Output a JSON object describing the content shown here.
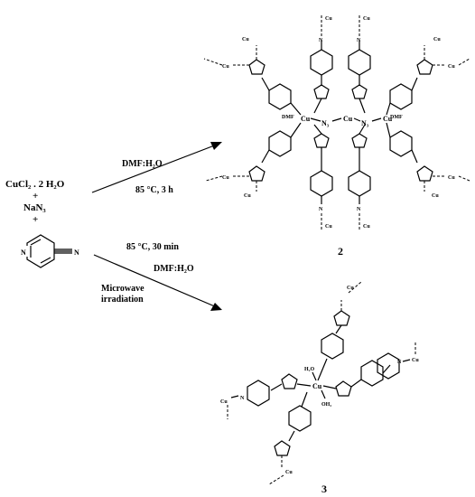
{
  "reactants": {
    "line1": "CuCl₂ . 2 H₂O",
    "plus1": "+",
    "line2": "NaN₃",
    "plus2": "+",
    "pyridine_n": "N",
    "nitrile_n": "N"
  },
  "arrow_upper": {
    "condition_top": "DMF:H₂O",
    "condition_bottom": "85 °C, 3 h"
  },
  "arrow_lower": {
    "line1": "85 °C, 30 min",
    "line2": "DMF:H₂O",
    "line3": "Microwave",
    "line4": "irradiation"
  },
  "product_2": {
    "label": "2",
    "cu": "Cu",
    "n": "N",
    "dmf": "DMF",
    "azide": "N₃"
  },
  "product_3": {
    "label": "3",
    "cu": "Cu",
    "n": "N",
    "water": "H₂O",
    "oh2": "OH₂"
  }
}
